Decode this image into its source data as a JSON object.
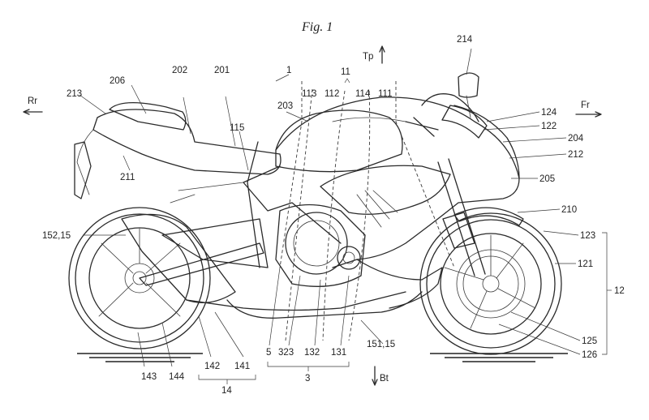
{
  "figure_title": "Fig. 1",
  "directions": {
    "top": "Tp",
    "bottom": "Bt",
    "rear": "Rr",
    "front": "Fr"
  },
  "reference_numerals": {
    "n1": "1",
    "n11": "11",
    "n113": "113",
    "n112": "112",
    "n114": "114",
    "n111": "111",
    "n214": "214",
    "n202": "202",
    "n201": "201",
    "n206": "206",
    "n213": "213",
    "n203": "203",
    "n124": "124",
    "n122": "122",
    "n204": "204",
    "n212": "212",
    "n115": "115",
    "n211": "211",
    "n205": "205",
    "n210": "210",
    "n152_15": "152,15",
    "n123": "123",
    "n121": "121",
    "n12": "12",
    "n125": "125",
    "n126": "126",
    "n151_15": "151,15",
    "n5": "5",
    "n323": "323",
    "n132": "132",
    "n131": "131",
    "n3": "3",
    "n142": "142",
    "n141": "141",
    "n143": "143",
    "n144": "144",
    "n14": "14"
  }
}
